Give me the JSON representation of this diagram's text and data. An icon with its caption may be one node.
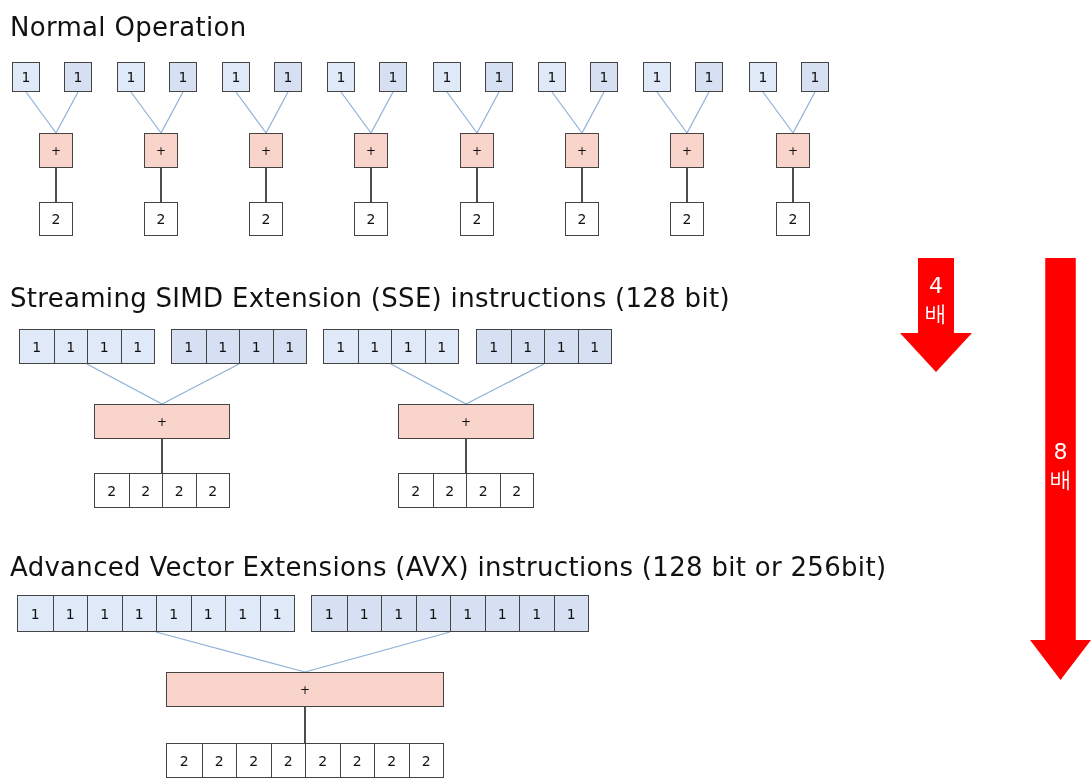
{
  "diagram": {
    "nodes": [
      {
        "text": [
          "1"
        ]
      },
      {
        "text": [
          "1"
        ]
      },
      {
        "text": [
          "1"
        ]
      },
      {
        "text": [
          "1"
        ]
      },
      {
        "text": [
          "1"
        ]
      },
      {
        "text": [
          "1"
        ]
      },
      {
        "text": [
          "1"
        ]
      },
      {
        "text": [
          "1"
        ]
      },
      {
        "text": [
          "1"
        ]
      },
      {
        "text": [
          "1"
        ]
      },
      {
        "text": [
          "1"
        ]
      },
      {
        "text": [
          "1"
        ]
      },
      {
        "text": [
          "1"
        ]
      },
      {
        "text": [
          "1"
        ]
      },
      {
        "text": [
          "1"
        ]
      },
      {
        "text": [
          "1"
        ]
      },
      {
        "text": [
          "+"
        ]
      },
      {
        "text": [
          "+"
        ]
      },
      {
        "text": [
          "+"
        ]
      },
      {
        "text": [
          "+"
        ]
      },
      {
        "text": [
          "+"
        ]
      },
      {
        "text": [
          "+"
        ]
      },
      {
        "text": [
          "+"
        ]
      },
      {
        "text": [
          "+"
        ]
      },
      {
        "text": [
          "2"
        ]
      },
      {
        "text": [
          "2"
        ]
      },
      {
        "text": [
          "2"
        ]
      },
      {
        "text": [
          "2"
        ]
      },
      {
        "text": [
          "2"
        ]
      },
      {
        "text": [
          "2"
        ]
      },
      {
        "text": [
          "2"
        ]
      },
      {
        "text": [
          "2"
        ]
      },
      {
        "text": [],
        "shape": "box"
      },
      {
        "text": [
          "1"
        ],
        "in": 32
      },
      {
        "text": [
          "1"
        ],
        "in": 32
      },
      {
        "text": [
          "1"
        ],
        "in": 32
      },
      {
        "text": [
          "1"
        ],
        "in": 32
      },
      {
        "text": [],
        "shape": "box"
      },
      {
        "text": [
          "1"
        ],
        "in": 37
      },
      {
        "text": [
          "1"
        ],
        "in": 37
      },
      {
        "text": [
          "1"
        ],
        "in": 37
      },
      {
        "text": [
          "1"
        ],
        "in": 37
      },
      {
        "text": [],
        "shape": "box"
      },
      {
        "text": [
          "1"
        ],
        "in": 42
      },
      {
        "text": [
          "1"
        ],
        "in": 42
      },
      {
        "text": [
          "1"
        ],
        "in": 42
      },
      {
        "text": [
          "1"
        ],
        "in": 42
      },
      {
        "text": [],
        "shape": "box"
      },
      {
        "text": [
          "1"
        ],
        "in": 47
      },
      {
        "text": [
          "1"
        ],
        "in": 47
      },
      {
        "text": [
          "1"
        ],
        "in": 47
      },
      {
        "text": [
          "1"
        ],
        "in": 47
      },
      {
        "text": [
          "+"
        ]
      },
      {
        "text": [
          "+"
        ]
      },
      {
        "text": [],
        "shape": "box"
      },
      {
        "text": [
          "2"
        ],
        "in": 54
      },
      {
        "text": [
          "2"
        ],
        "in": 54
      },
      {
        "text": [
          "2"
        ],
        "in": 54
      },
      {
        "text": [
          "2"
        ],
        "in": 54
      },
      {
        "text": [],
        "shape": "box"
      },
      {
        "text": [
          "2"
        ],
        "in": 59
      },
      {
        "text": [
          "2"
        ],
        "in": 59
      },
      {
        "text": [
          "2"
        ],
        "in": 59
      },
      {
        "text": [
          "2"
        ],
        "in": 59
      },
      {
        "text": [],
        "shape": "box"
      },
      {
        "text": [
          "1"
        ],
        "in": 64
      },
      {
        "text": [
          "1"
        ],
        "in": 64
      },
      {
        "text": [
          "1"
        ],
        "in": 64
      },
      {
        "text": [
          "1"
        ],
        "in": 64
      },
      {
        "text": [
          "1"
        ],
        "in": 64
      },
      {
        "text": [
          "1"
        ],
        "in": 64
      },
      {
        "text": [
          "1"
        ],
        "in": 64
      },
      {
        "text": [
          "1"
        ],
        "in": 64
      },
      {
        "text": [],
        "shape": "box"
      },
      {
        "text": [
          "1"
        ],
        "in": 73
      },
      {
        "text": [
          "1"
        ],
        "in": 73
      },
      {
        "text": [
          "1"
        ],
        "in": 73
      },
      {
        "text": [
          "1"
        ],
        "in": 73
      },
      {
        "text": [
          "1"
        ],
        "in": 73
      },
      {
        "text": [
          "1"
        ],
        "in": 73
      },
      {
        "text": [
          "1"
        ],
        "in": 73
      },
      {
        "text": [
          "1"
        ],
        "in": 73
      },
      {
        "text": [
          "+"
        ]
      },
      {
        "text": [],
        "shape": "box"
      },
      {
        "text": [
          "2"
        ],
        "in": 83
      },
      {
        "text": [
          "2"
        ],
        "in": 83
      },
      {
        "text": [
          "2"
        ],
        "in": 83
      },
      {
        "text": [
          "2"
        ],
        "in": 83
      },
      {
        "text": [
          "2"
        ],
        "in": 83
      },
      {
        "text": [
          "2"
        ],
        "in": 83
      },
      {
        "text": [
          "2"
        ],
        "in": 83
      },
      {
        "text": [
          "2"
        ],
        "in": 83
      },
      {
        "text": [
          "4 배"
        ]
      },
      {
        "text": [
          "8 배"
        ]
      }
    ],
    "edges": [
      {
        "from": 0,
        "to": 16,
        "arrow": "none"
      },
      {
        "from": 1,
        "to": 16,
        "arrow": "none"
      },
      {
        "from": 16,
        "to": 24,
        "arrow": "none",
        "color": "#000000"
      },
      {
        "from": 2,
        "to": 17,
        "arrow": "none"
      },
      {
        "from": 3,
        "to": 17,
        "arrow": "none"
      },
      {
        "from": 17,
        "to": 25,
        "arrow": "none",
        "color": "#000000"
      },
      {
        "from": 4,
        "to": 18,
        "arrow": "none"
      },
      {
        "from": 5,
        "to": 18,
        "arrow": "none"
      },
      {
        "from": 18,
        "to": 26,
        "arrow": "none",
        "color": "#000000"
      },
      {
        "from": 6,
        "to": 19,
        "arrow": "none"
      },
      {
        "from": 7,
        "to": 19,
        "arrow": "none"
      },
      {
        "from": 19,
        "to": 27,
        "arrow": "none",
        "color": "#000000"
      },
      {
        "from": 8,
        "to": 20,
        "arrow": "none"
      },
      {
        "from": 9,
        "to": 20,
        "arrow": "none"
      },
      {
        "from": 20,
        "to": 28,
        "arrow": "none",
        "color": "#000000"
      },
      {
        "from": 10,
        "to": 21,
        "arrow": "none"
      },
      {
        "from": 11,
        "to": 21,
        "arrow": "none"
      },
      {
        "from": 21,
        "to": 29,
        "arrow": "none",
        "color": "#000000"
      },
      {
        "from": 12,
        "to": 22,
        "arrow": "none"
      },
      {
        "from": 13,
        "to": 22,
        "arrow": "none"
      },
      {
        "from": 22,
        "to": 30,
        "arrow": "none",
        "color": "#000000"
      },
      {
        "from": 14,
        "to": 23,
        "arrow": "none"
      },
      {
        "from": 15,
        "to": 23,
        "arrow": "none"
      },
      {
        "from": 23,
        "to": 31,
        "arrow": "none",
        "color": "#000000"
      },
      {
        "from": 32,
        "to": 52,
        "arrow": "none"
      },
      {
        "from": 37,
        "to": 52,
        "arrow": "none"
      },
      {
        "from": 52,
        "to": 54,
        "arrow": "none",
        "color": "#000000"
      },
      {
        "from": 42,
        "to": 53,
        "arrow": "none"
      },
      {
        "from": 47,
        "to": 53,
        "arrow": "none"
      },
      {
        "from": 53,
        "to": 59,
        "arrow": "none",
        "color": "#000000"
      },
      {
        "from": 64,
        "to": 82,
        "arrow": "none"
      },
      {
        "from": 73,
        "to": 82,
        "arrow": "none"
      },
      {
        "from": 82,
        "to": 83,
        "arrow": "none",
        "color": "#000000"
      }
    ],
    "labels": [
      "Normal Operation",
      "Streaming SIMD Extension (SSE) instructions (128 bit)",
      "Advanced Vector Extensions (AVX) instructions (128 bit or 256bit)"
    ]
  }
}
